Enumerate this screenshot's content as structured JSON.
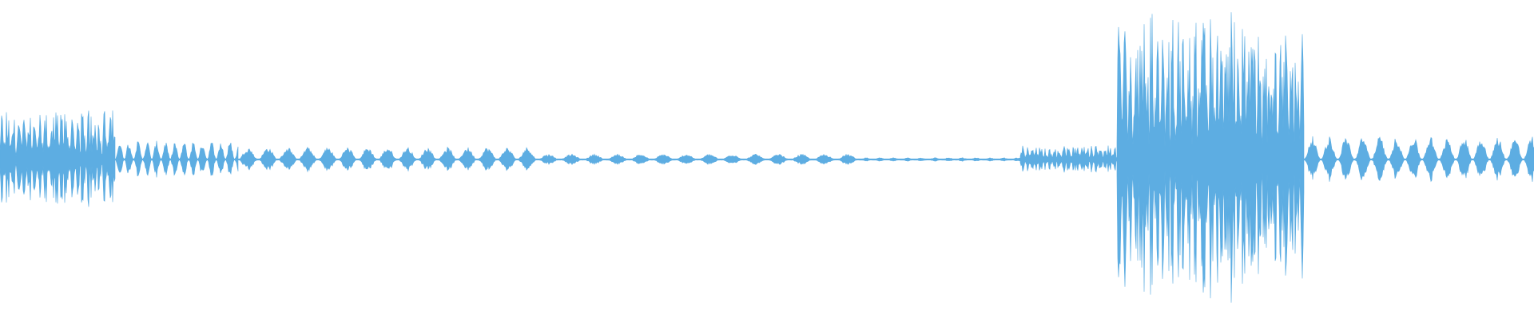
{
  "waveform": {
    "color": "#5DADE2",
    "segments": [
      {
        "t0": 0.0,
        "t1": 0.075,
        "amp": 0.32,
        "style": "noise",
        "period": 0.0035
      },
      {
        "t0": 0.075,
        "t1": 0.155,
        "amp": 0.12,
        "style": "burst",
        "period": 0.006
      },
      {
        "t0": 0.155,
        "t1": 0.35,
        "amp": 0.08,
        "style": "burst",
        "period": 0.013
      },
      {
        "t0": 0.35,
        "t1": 0.56,
        "amp": 0.035,
        "style": "burst",
        "period": 0.015
      },
      {
        "t0": 0.56,
        "t1": 0.665,
        "amp": 0.012,
        "style": "burst",
        "period": 0.009
      },
      {
        "t0": 0.665,
        "t1": 0.728,
        "amp": 0.09,
        "style": "noise",
        "period": 0.003
      },
      {
        "t0": 0.728,
        "t1": 0.85,
        "amp": 0.95,
        "style": "noise",
        "period": 0.0035
      },
      {
        "t0": 0.85,
        "t1": 1.0,
        "amp": 0.15,
        "style": "burst",
        "period": 0.011
      }
    ]
  }
}
